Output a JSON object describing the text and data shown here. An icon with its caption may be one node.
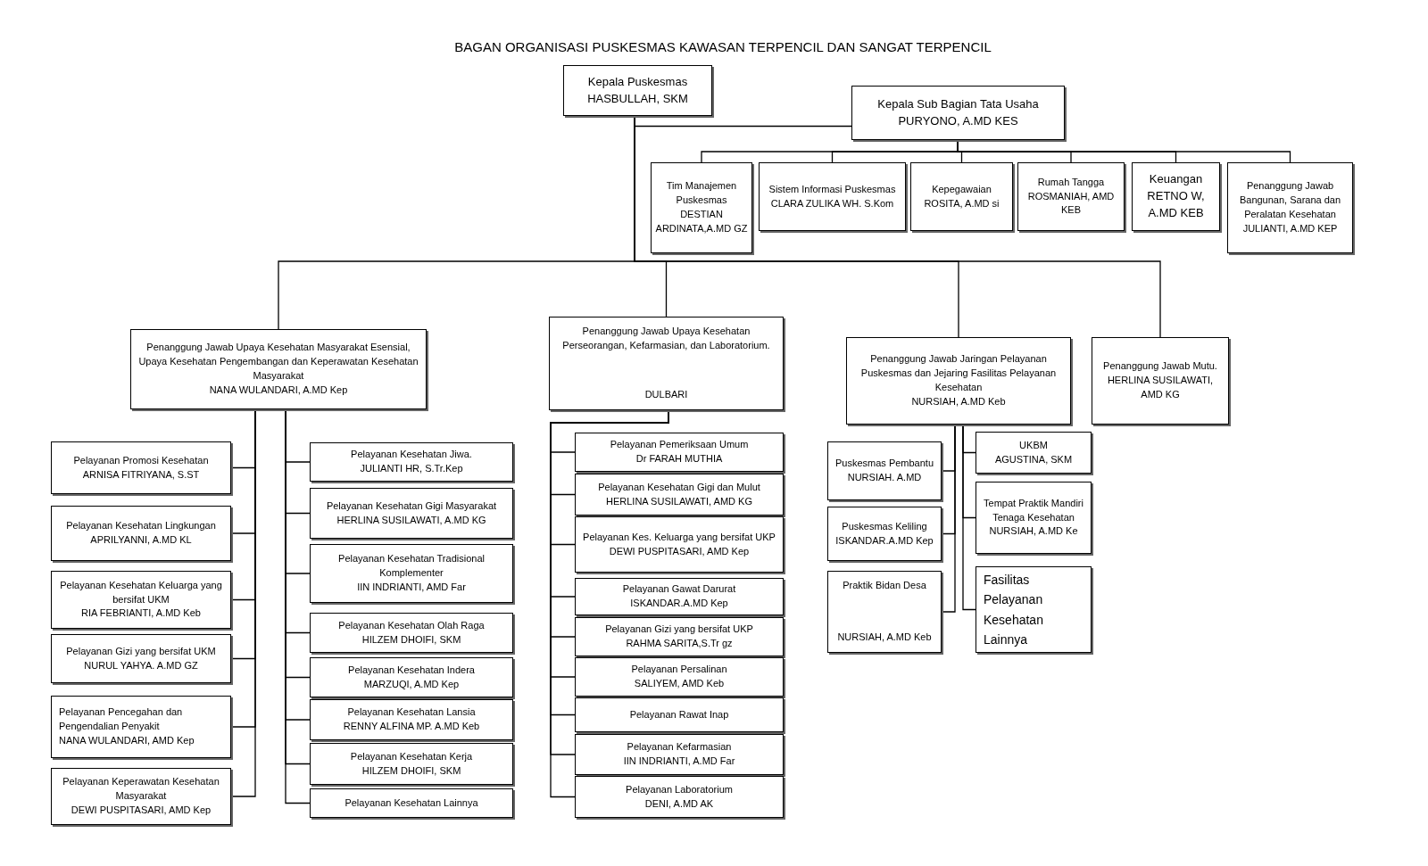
{
  "diagram": {
    "title": "BAGAN ORGANISASI PUSKESMAS KAWASAN TERPENCIL DAN SANGAT TERPENCIL",
    "nodes": [
      {
        "text": [
          "Kepala Puskesmas",
          "HASBULLAH, SKM"
        ]
      },
      {
        "text": [
          "Kepala Sub Bagian Tata Usaha",
          "PURYONO, A.MD KES"
        ]
      },
      {
        "text": [
          "Tim Manajemen Puskesmas",
          "DESTIAN ARDINATA,A.MD GZ"
        ]
      },
      {
        "text": [
          "Sistem Informasi Puskesmas",
          "CLARA ZULIKA WH. S.Kom"
        ]
      },
      {
        "text": [
          "Kepegawaian",
          "ROSITA, A.MD si"
        ]
      },
      {
        "text": [
          "Rumah Tangga",
          "ROSMANIAH, AMD KEB"
        ]
      },
      {
        "text": [
          "Keuangan",
          "RETNO W, A.MD KEB"
        ]
      },
      {
        "text": [
          "Penanggung Jawab Bangunan, Sarana dan Peralatan Kesehatan",
          "JULIANTI, A.MD KEP"
        ]
      },
      {
        "text": [
          "Penanggung Jawab Upaya Kesehatan Masyarakat Esensial, Upaya Kesehatan Pengembangan dan Keperawatan Kesehatan Masyarakat",
          "NANA  WULANDARI, A.MD Kep"
        ]
      },
      {
        "text": [
          "Penanggung Jawab Upaya Kesehatan Perseorangan, Kefarmasian, dan Laboratorium.",
          "DULBARI"
        ]
      },
      {
        "text": [
          "Penanggung Jawab Jaringan Pelayanan Puskesmas dan Jejaring Fasilitas Pelayanan Kesehatan",
          "NURSIAH, A.MD Keb"
        ]
      },
      {
        "text": [
          "Penanggung Jawab Mutu.",
          "HERLINA SUSILAWATI, AMD KG"
        ]
      },
      {
        "text": [
          "Pelayanan Promosi Kesehatan",
          "ARNISA FITRIYANA, S.ST"
        ]
      },
      {
        "text": [
          "Pelayanan Kesehatan Lingkungan",
          "APRILYANNI, A.MD KL"
        ]
      },
      {
        "text": [
          "Pelayanan Kesehatan Keluarga yang bersifat UKM",
          "RIA FEBRIANTI, A.MD Keb"
        ]
      },
      {
        "text": [
          "Pelayanan Gizi yang bersifat UKM",
          "NURUL YAHYA. A.MD GZ"
        ]
      },
      {
        "text": [
          "Pelayanan Pencegahan dan Pengendalian Penyakit",
          "NANA WULANDARI, AMD Kep"
        ]
      },
      {
        "text": [
          "Pelayanan Keperawatan Kesehatan Masyarakat",
          "DEWI PUSPITASARI, AMD Kep"
        ]
      },
      {
        "text": [
          "Pelayanan Kesehatan Jiwa.",
          "JULIANTI HR, S.Tr.Kep"
        ]
      },
      {
        "text": [
          "Pelayanan Kesehatan Gigi Masyarakat",
          "HERLINA SUSILAWATI, A.MD KG"
        ]
      },
      {
        "text": [
          "Pelayanan Kesehatan Tradisional Komplementer",
          "IIN INDRIANTI, AMD Far"
        ]
      },
      {
        "text": [
          "Pelayanan Kesehatan Olah Raga",
          "HILZEM DHOIFI, SKM"
        ]
      },
      {
        "text": [
          "Pelayanan Kesehatan Indera",
          "MARZUQI, A.MD Kep"
        ]
      },
      {
        "text": [
          "Pelayanan Kesehatan Lansia",
          "RENNY ALFINA MP. A.MD Keb"
        ]
      },
      {
        "text": [
          "Pelayanan Kesehatan Kerja",
          "HILZEM DHOIFI, SKM"
        ]
      },
      {
        "text": [
          "Pelayanan Kesehatan Lainnya"
        ]
      },
      {
        "text": [
          "Pelayanan Pemeriksaan Umum",
          "Dr FARAH MUTHIA"
        ]
      },
      {
        "text": [
          "Pelayanan Kesehatan Gigi dan Mulut",
          "HERLINA SUSILAWATI, AMD KG"
        ]
      },
      {
        "text": [
          "Pelayanan Kes. Keluarga yang bersifat UKP",
          "DEWI PUSPITASARI, AMD Kep"
        ]
      },
      {
        "text": [
          "Pelayanan Gawat Darurat",
          "ISKANDAR.A.MD Kep"
        ]
      },
      {
        "text": [
          "Pelayanan Gizi yang bersifat UKP",
          "RAHMA SARITA,S.Tr gz"
        ]
      },
      {
        "text": [
          "Pelayanan Persalinan",
          "SALIYEM, AMD Keb"
        ]
      },
      {
        "text": [
          "Pelayanan Rawat Inap"
        ]
      },
      {
        "text": [
          "Pelayanan Kefarmasian",
          "IIN INDRIANTI, A.MD Far"
        ]
      },
      {
        "text": [
          "Pelayanan Laboratorium",
          "DENI, A.MD AK"
        ]
      },
      {
        "text": [
          "Puskesmas Pembantu",
          "NURSIAH. A.MD"
        ]
      },
      {
        "text": [
          "Puskesmas Keliling",
          "ISKANDAR.A.MD Kep"
        ]
      },
      {
        "text": [
          "Praktik Bidan Desa",
          "NURSIAH, A.MD Keb"
        ]
      },
      {
        "text": [
          "UKBM",
          "AGUSTINA, SKM"
        ]
      },
      {
        "text": [
          "Tempat Praktik Mandiri Tenaga Kesehatan",
          "NURSIAH, A.MD Ke"
        ]
      },
      {
        "text": [
          "Fasilitas Pelayanan Kesehatan Lainnya"
        ]
      }
    ],
    "edges": [
      {
        "from": 0,
        "to": 1,
        "arrow": "none"
      },
      {
        "from": 1,
        "to": 2,
        "arrow": "none"
      },
      {
        "from": 1,
        "to": 3,
        "arrow": "none"
      },
      {
        "from": 1,
        "to": 4,
        "arrow": "none"
      },
      {
        "from": 1,
        "to": 5,
        "arrow": "none"
      },
      {
        "from": 1,
        "to": 6,
        "arrow": "none"
      },
      {
        "from": 1,
        "to": 7,
        "arrow": "none"
      },
      {
        "from": 0,
        "to": 8,
        "arrow": "none"
      },
      {
        "from": 0,
        "to": 9,
        "arrow": "none"
      },
      {
        "from": 0,
        "to": 10,
        "arrow": "none"
      },
      {
        "from": 0,
        "to": 11,
        "arrow": "none"
      },
      {
        "from": 8,
        "to": 12,
        "arrow": "none"
      },
      {
        "from": 8,
        "to": 13,
        "arrow": "none"
      },
      {
        "from": 8,
        "to": 14,
        "arrow": "none"
      },
      {
        "from": 8,
        "to": 15,
        "arrow": "none"
      },
      {
        "from": 8,
        "to": 16,
        "arrow": "none"
      },
      {
        "from": 8,
        "to": 17,
        "arrow": "none"
      },
      {
        "from": 8,
        "to": 18,
        "arrow": "none"
      },
      {
        "from": 8,
        "to": 19,
        "arrow": "none"
      },
      {
        "from": 8,
        "to": 20,
        "arrow": "none"
      },
      {
        "from": 8,
        "to": 21,
        "arrow": "none"
      },
      {
        "from": 8,
        "to": 22,
        "arrow": "none"
      },
      {
        "from": 8,
        "to": 23,
        "arrow": "none"
      },
      {
        "from": 8,
        "to": 24,
        "arrow": "none"
      },
      {
        "from": 8,
        "to": 25,
        "arrow": "none"
      },
      {
        "from": 9,
        "to": 26,
        "arrow": "none"
      },
      {
        "from": 9,
        "to": 27,
        "arrow": "none"
      },
      {
        "from": 9,
        "to": 28,
        "arrow": "none"
      },
      {
        "from": 9,
        "to": 29,
        "arrow": "none"
      },
      {
        "from": 9,
        "to": 30,
        "arrow": "none"
      },
      {
        "from": 9,
        "to": 31,
        "arrow": "none"
      },
      {
        "from": 9,
        "to": 32,
        "arrow": "none"
      },
      {
        "from": 9,
        "to": 33,
        "arrow": "none"
      },
      {
        "from": 9,
        "to": 34,
        "arrow": "none"
      },
      {
        "from": 10,
        "to": 35,
        "arrow": "none"
      },
      {
        "from": 10,
        "to": 36,
        "arrow": "none"
      },
      {
        "from": 10,
        "to": 37,
        "arrow": "none"
      },
      {
        "from": 10,
        "to": 38,
        "arrow": "none"
      },
      {
        "from": 10,
        "to": 39,
        "arrow": "none"
      },
      {
        "from": 10,
        "to": 40,
        "arrow": "none"
      }
    ]
  }
}
